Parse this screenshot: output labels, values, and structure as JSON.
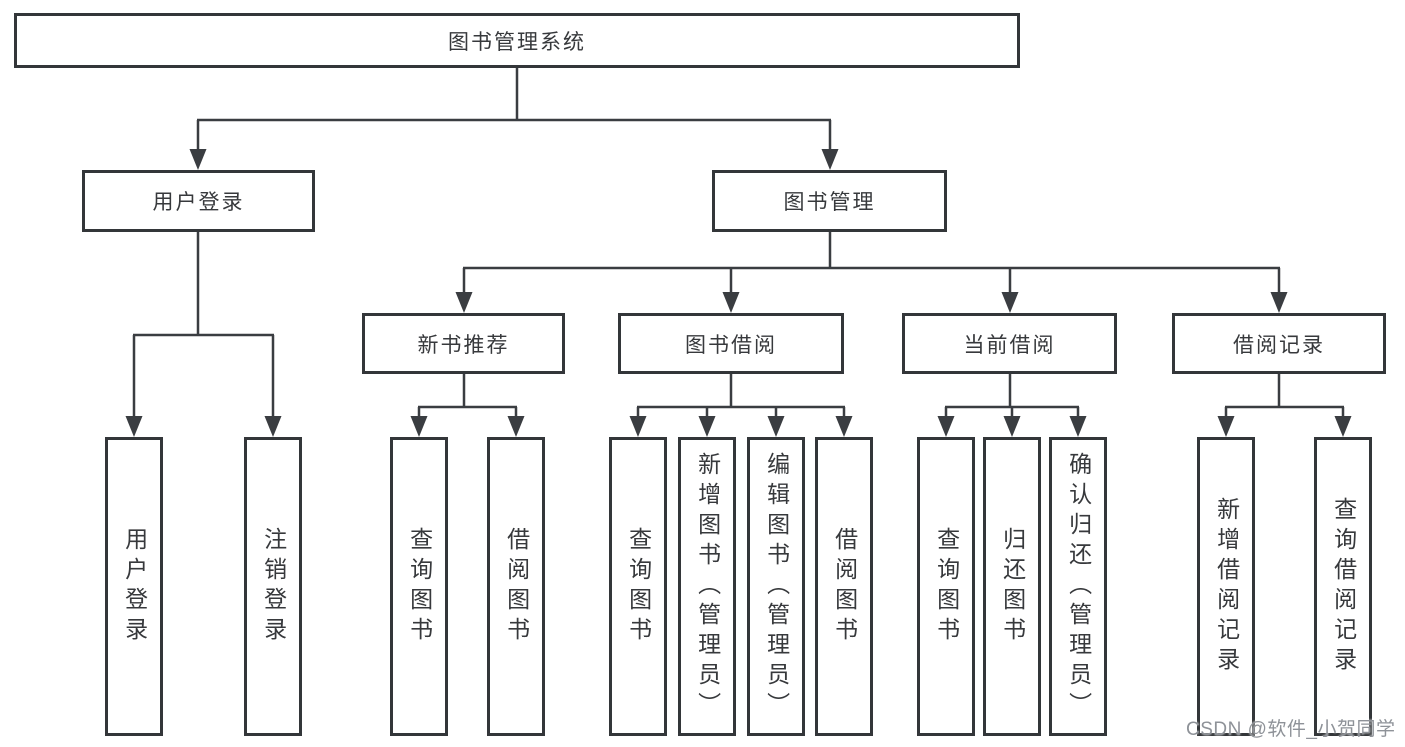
{
  "tree": {
    "root": {
      "label": "图书管理系统",
      "children": [
        {
          "label": "用户登录",
          "children": [
            {
              "label": "用户登录"
            },
            {
              "label": "注销登录"
            }
          ]
        },
        {
          "label": "图书管理",
          "children": [
            {
              "label": "新书推荐",
              "children": [
                {
                  "label": "查询图书"
                },
                {
                  "label": "借阅图书"
                }
              ]
            },
            {
              "label": "图书借阅",
              "children": [
                {
                  "label": "查询图书"
                },
                {
                  "label": "新增图书（管理员）"
                },
                {
                  "label": "编辑图书（管理员）"
                },
                {
                  "label": "借阅图书"
                }
              ]
            },
            {
              "label": "当前借阅",
              "children": [
                {
                  "label": "查询图书"
                },
                {
                  "label": "归还图书"
                },
                {
                  "label": "确认归还（管理员）"
                }
              ]
            },
            {
              "label": "借阅记录",
              "children": [
                {
                  "label": "新增借阅记录"
                },
                {
                  "label": "查询借阅记录"
                }
              ]
            }
          ]
        }
      ]
    }
  },
  "watermark": "CSDN @软件_小贺同学",
  "colors": {
    "line": "#3a3d41",
    "box_border": "#333639",
    "text": "#37393c",
    "watermark": "#8e9298",
    "background": "#ffffff"
  }
}
